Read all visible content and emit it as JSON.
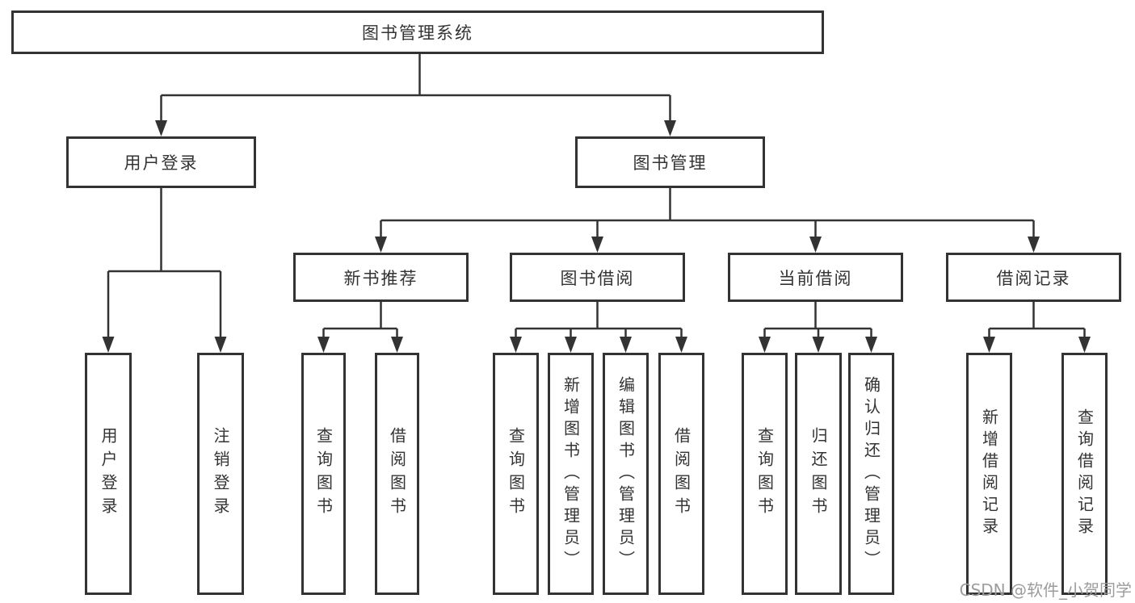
{
  "diagram_title": "图书管理系统",
  "tree": {
    "label": "图书管理系统",
    "children": [
      {
        "label": "用户登录",
        "children": [
          {
            "label": "用户登录"
          },
          {
            "label": "注销登录"
          }
        ]
      },
      {
        "label": "图书管理",
        "children": [
          {
            "label": "新书推荐",
            "children": [
              {
                "label": "查询图书"
              },
              {
                "label": "借阅图书"
              }
            ]
          },
          {
            "label": "图书借阅",
            "children": [
              {
                "label": "查询图书"
              },
              {
                "label": "新增图书（管理员）"
              },
              {
                "label": "编辑图书（管理员）"
              },
              {
                "label": "借阅图书"
              }
            ]
          },
          {
            "label": "当前借阅",
            "children": [
              {
                "label": "查询图书"
              },
              {
                "label": "归还图书"
              },
              {
                "label": "确认归还（管理员）"
              }
            ]
          },
          {
            "label": "借阅记录",
            "children": [
              {
                "label": "新增借阅记录"
              },
              {
                "label": "查询借阅记录"
              }
            ]
          }
        ]
      }
    ]
  },
  "watermark": "CSDN @软件_小贺同学",
  "colors": {
    "line": "#333333",
    "box_border": "#333333",
    "text": "#333333",
    "watermark": "#9c9c9c",
    "background": "#ffffff"
  }
}
